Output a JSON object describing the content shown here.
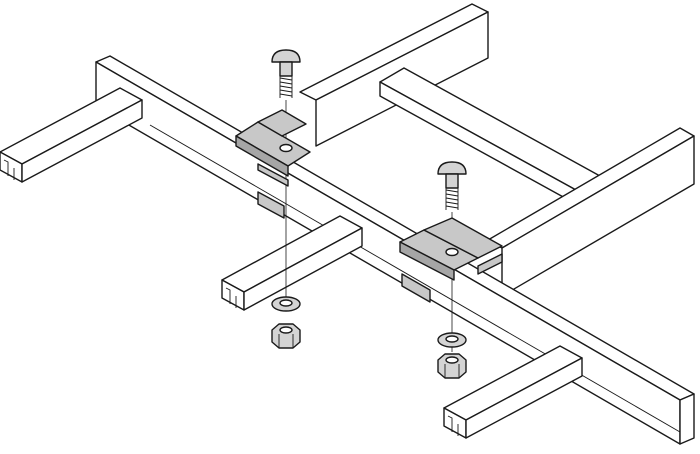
{
  "colors": {
    "background": "#ffffff",
    "outline": "#1a1a1a",
    "channel_face": "#ffffff",
    "bracket_fill": "#c8c8c8",
    "bracket_shade": "#a6a6a6",
    "hardware_fill": "#d4d4d4"
  },
  "parts": [
    "ladder-rail-left",
    "ladder-rail-right",
    "rung-channel",
    "splice-bracket",
    "carriage-bolt",
    "flat-washer",
    "hex-nut"
  ]
}
